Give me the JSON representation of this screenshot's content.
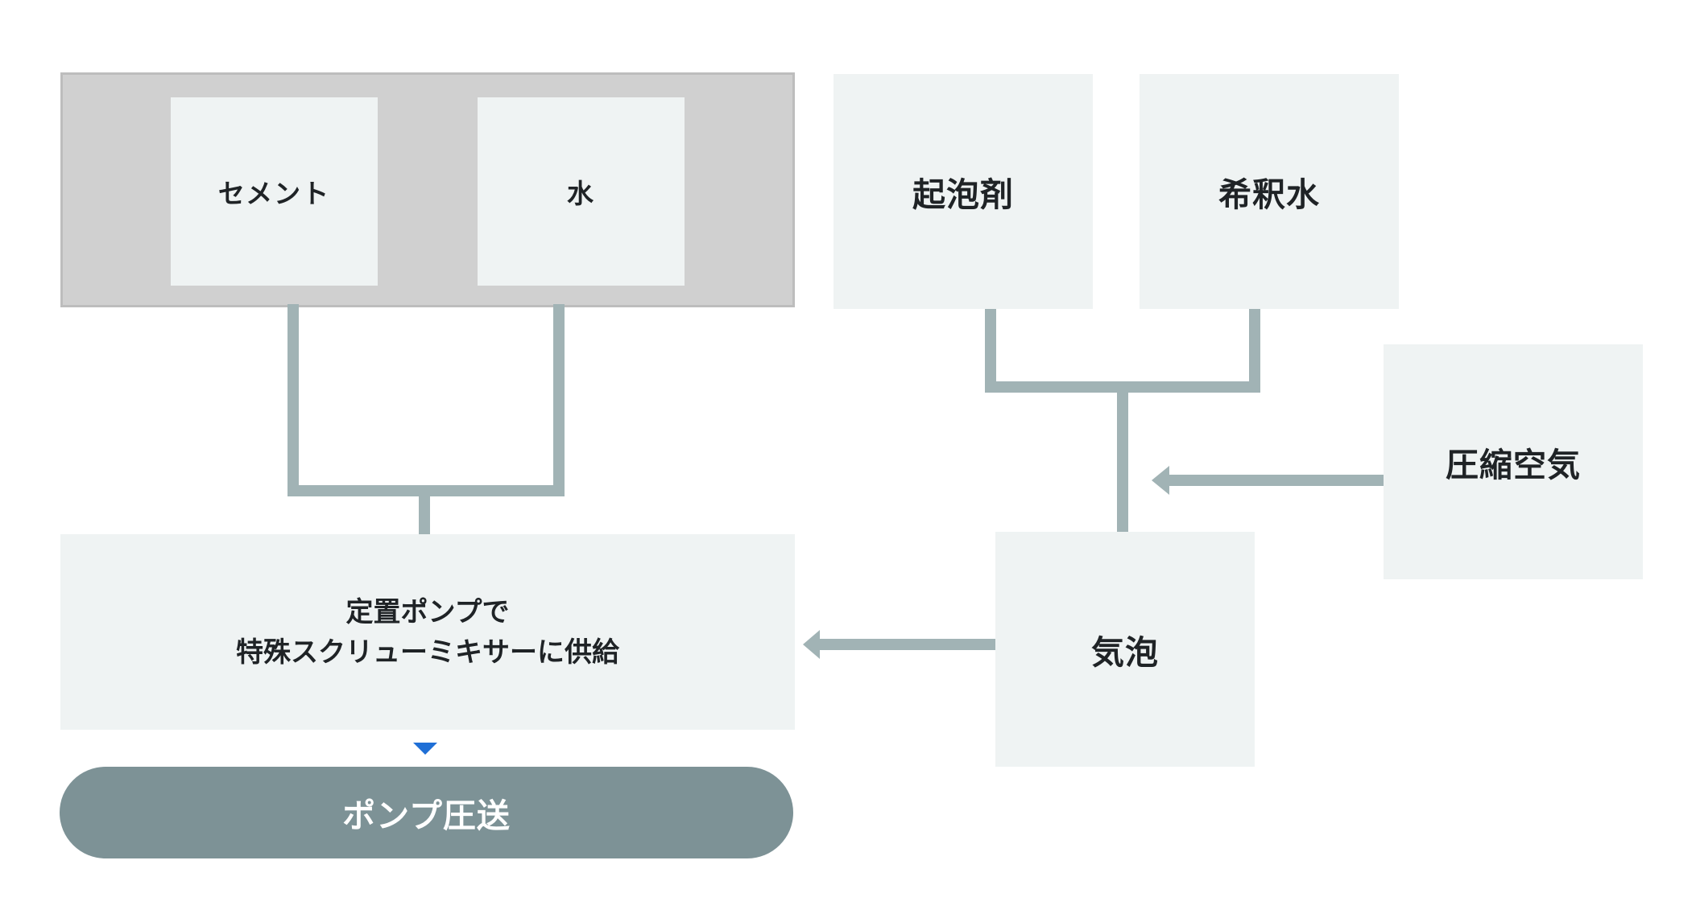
{
  "nodes": {
    "cement": "セメント",
    "water": "水",
    "foaming_agent": "起泡剤",
    "dilution_water": "希釈水",
    "compressed_air": "圧縮空気",
    "foam": "気泡",
    "mixer_line1": "定置ポンプで",
    "mixer_line2": "特殊スクリューミキサーに供給",
    "pump": "ポンプ圧送"
  },
  "colors": {
    "connector": "#a1b3b5",
    "arrow_head_accent": "#1f6fd6",
    "box_fill": "#eff3f3",
    "group_fill": "#d0d0d0",
    "pill_fill": "#7d9296"
  }
}
